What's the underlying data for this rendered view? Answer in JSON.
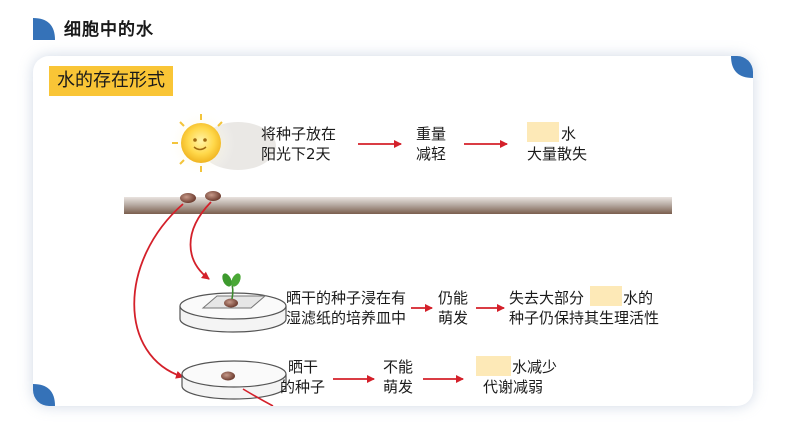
{
  "header": {
    "title": "细胞中的水"
  },
  "section": {
    "label": "水的存在形式"
  },
  "colors": {
    "accent_blue": "#3572b8",
    "highlight_yellow": "#f9c536",
    "blank_fill": "#fde9b7",
    "arrow_red": "#d4202a"
  },
  "icons": [
    "sun-icon",
    "seed-icon",
    "sprout-icon",
    "petri-dish-icon"
  ],
  "row1": {
    "line1": "将种子放在",
    "line2": "阳光下2天",
    "mid1": "重量",
    "mid2": "减轻",
    "res1": "水",
    "res2": "大量散失"
  },
  "row2": {
    "line1": "晒干的种子浸在有",
    "line2": "湿滤纸的培养皿中",
    "mid1": "仍能",
    "mid2": "萌发",
    "res1a": "失去大部分",
    "res1b": "水的",
    "res2": "种子仍保持其生理活性"
  },
  "row3": {
    "line1": "晒干",
    "line2": "的种子",
    "mid1": "不能",
    "mid2": "萌发",
    "res1": "水减少",
    "res2": "代谢减弱"
  }
}
